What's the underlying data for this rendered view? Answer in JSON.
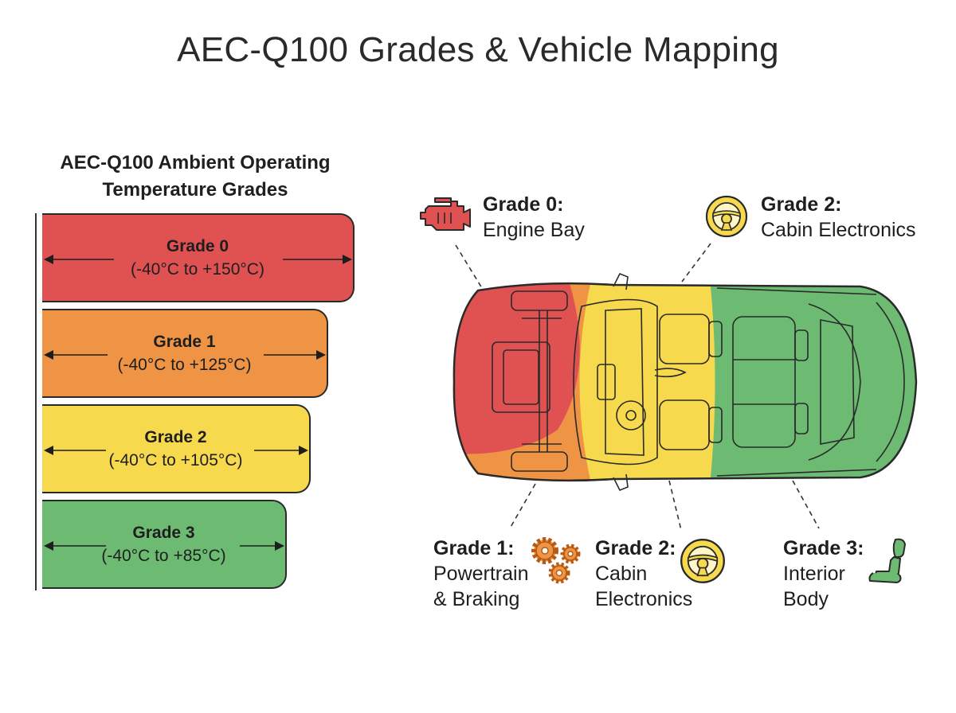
{
  "title": "AEC-Q100 Grades & Vehicle Mapping",
  "panel": {
    "title_line1": "AEC-Q100 Ambient Operating",
    "title_line2": "Temperature Grades",
    "grades": [
      {
        "name": "Grade 0",
        "range": "(-40°C to +150°C)",
        "color": "#e05252"
      },
      {
        "name": "Grade 1",
        "range": "(-40°C to +125°C)",
        "color": "#ee9444"
      },
      {
        "name": "Grade 2",
        "range": "(-40°C to +105°C)",
        "color": "#f7d94e"
      },
      {
        "name": "Grade 3",
        "range": "(-40°C to +85°C)",
        "color": "#6dbb72"
      }
    ]
  },
  "callouts": {
    "engine": {
      "title": "Grade 0:",
      "sub1": "Engine Bay",
      "icon": "engine-icon"
    },
    "cabin_top": {
      "title": "Grade 2:",
      "sub1": "Cabin Electronics",
      "icon": "steering-wheel-icon"
    },
    "powertrain": {
      "title": "Grade 1:",
      "sub1": "Powertrain",
      "sub2": "& Braking",
      "icon": "gears-icon"
    },
    "cabin_bottom": {
      "title": "Grade 2:",
      "sub1": "Cabin",
      "sub2": "Electronics",
      "icon": "steering-wheel-icon"
    },
    "interior": {
      "title": "Grade 3:",
      "sub1": "Interior",
      "sub2": "Body",
      "icon": "seat-icon"
    }
  },
  "colors": {
    "red": "#e05252",
    "orange": "#ee9444",
    "yellow": "#f7d94e",
    "green": "#6dbb72",
    "outline": "#2a2a2a"
  }
}
